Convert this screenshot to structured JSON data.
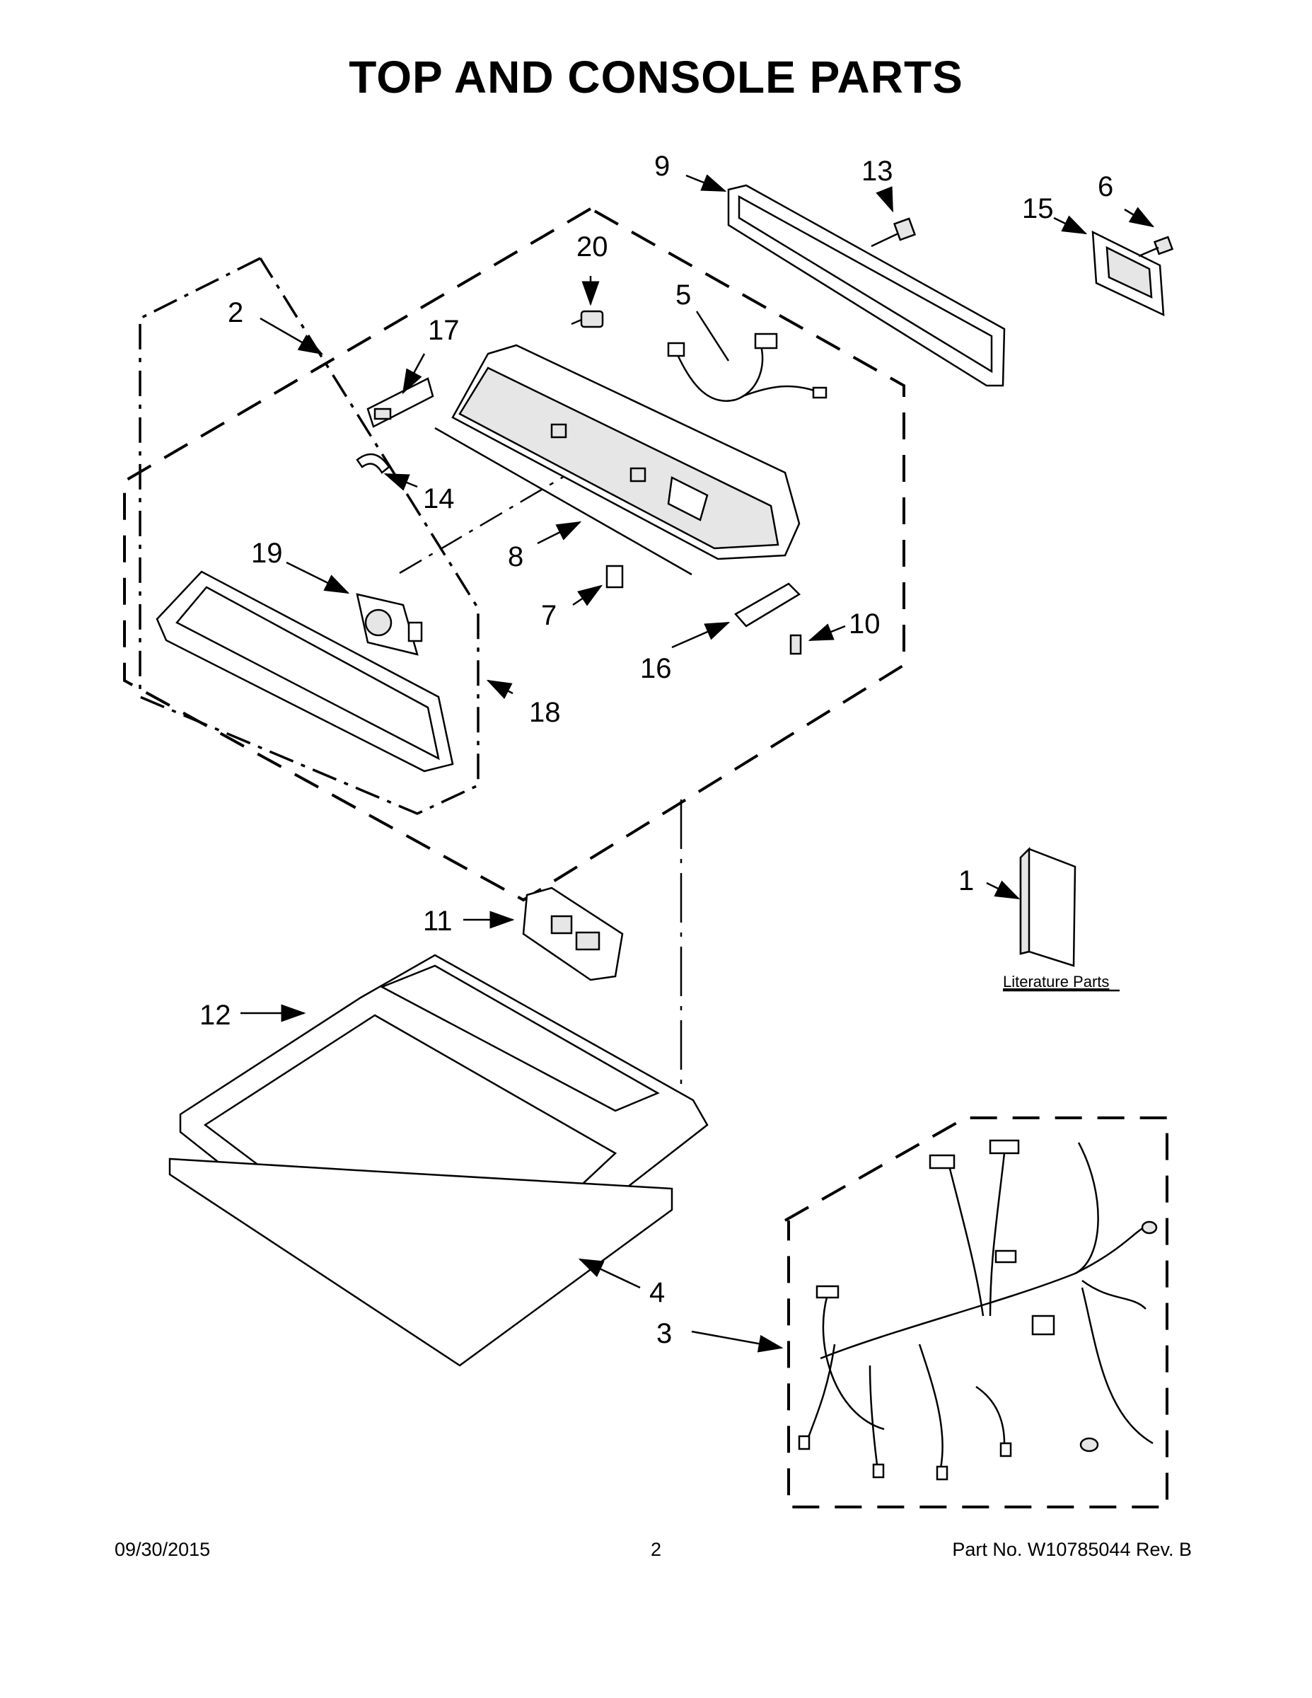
{
  "title": "TOP AND CONSOLE PARTS",
  "callouts": {
    "c1": "1",
    "c2": "2",
    "c3": "3",
    "c4": "4",
    "c5": "5",
    "c6": "6",
    "c7": "7",
    "c8": "8",
    "c9": "9",
    "c10": "10",
    "c11": "11",
    "c12": "12",
    "c13": "13",
    "c14": "14",
    "c15": "15",
    "c16": "16",
    "c17": "17",
    "c18": "18",
    "c19": "19",
    "c20": "20"
  },
  "literature_label": "Literature Parts",
  "footer": {
    "date": "09/30/2015",
    "page": "2",
    "part_number": "Part No.  W10785044  Rev.  B"
  }
}
